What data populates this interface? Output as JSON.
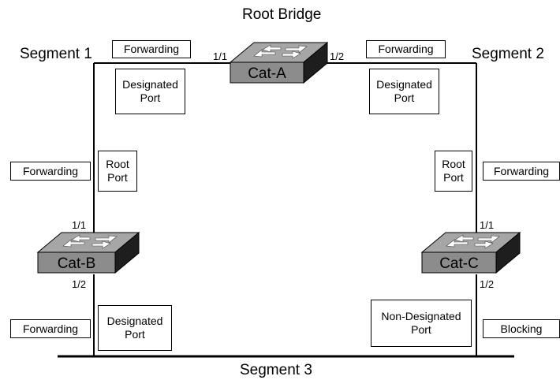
{
  "title": "Root Bridge",
  "segments": {
    "seg1": "Segment 1",
    "seg2": "Segment 2",
    "seg3": "Segment 3"
  },
  "switches": {
    "a": {
      "name": "Cat-A",
      "port_left": "1/1",
      "port_right": "1/2"
    },
    "b": {
      "name": "Cat-B",
      "port_top": "1/1",
      "port_bottom": "1/2"
    },
    "c": {
      "name": "Cat-C",
      "port_top": "1/1",
      "port_bottom": "1/2"
    }
  },
  "states": {
    "a_left": "Forwarding",
    "a_right": "Forwarding",
    "b_top": "Forwarding",
    "b_bottom": "Forwarding",
    "c_top": "Forwarding",
    "c_bottom": "Blocking"
  },
  "roles": {
    "a_left": {
      "line1": "Designated",
      "line2": "Port"
    },
    "a_right": {
      "line1": "Designated",
      "line2": "Port"
    },
    "b_top": {
      "line1": "Root",
      "line2": "Port"
    },
    "c_top": {
      "line1": "Root",
      "line2": "Port"
    },
    "b_bottom": {
      "line1": "Designated",
      "line2": "Port"
    },
    "c_bottom": {
      "line1": "Non-Designated",
      "line2": "Port"
    }
  },
  "colors": {
    "switch_top": "#a6a6a6",
    "switch_front": "#8c8c8c",
    "switch_side": "#1e1e1e",
    "arrow": "#ffffff",
    "line": "#000000"
  }
}
